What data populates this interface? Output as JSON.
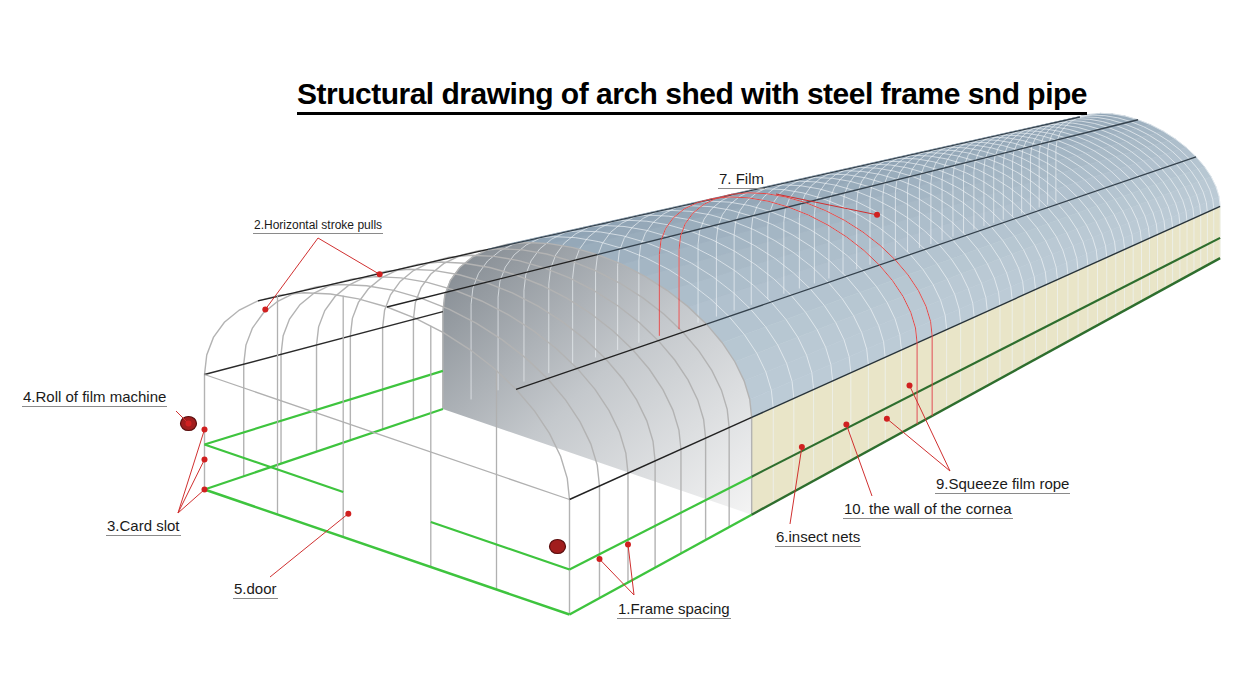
{
  "diagram": {
    "title": "Structural drawing of arch shed with steel frame snd pipe",
    "labels": [
      "7. Film",
      "2.Horizontal stroke pulls",
      "4.Roll of film machine",
      "3.Card slot",
      "5.door",
      "1.Frame spacing",
      "6.insect nets",
      "10. the wall of the cornea",
      "9.Squeeze film rope"
    ]
  }
}
